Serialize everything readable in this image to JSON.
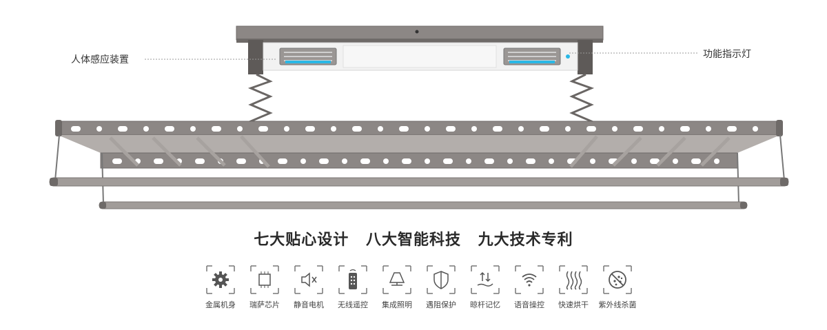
{
  "callouts": {
    "left": "人体感应装置",
    "right": "功能指示灯"
  },
  "headline": {
    "part1": "七大贴心设计",
    "part2": "八大智能科技",
    "part3": "九大技术专利"
  },
  "colors": {
    "frame": "#8c8785",
    "frame_dark": "#6e6a68",
    "rail": "#a19c99",
    "led": "#29b8e6",
    "icon": "#555555"
  },
  "features": [
    {
      "label": "金属机身",
      "icon": "gear-icon"
    },
    {
      "label": "瑞萨芯片",
      "icon": "chip-icon"
    },
    {
      "label": "静音电机",
      "icon": "mute-speaker-icon"
    },
    {
      "label": "无线遥控",
      "icon": "remote-control-icon"
    },
    {
      "label": "集成照明",
      "icon": "lamp-icon"
    },
    {
      "label": "遇阻保护",
      "icon": "shield-icon"
    },
    {
      "label": "晾杆记忆",
      "icon": "hand-arrows-icon"
    },
    {
      "label": "语音操控",
      "icon": "wifi-icon"
    },
    {
      "label": "快速烘干",
      "icon": "heat-waves-icon"
    },
    {
      "label": "紫外线杀菌",
      "icon": "germ-icon"
    }
  ]
}
